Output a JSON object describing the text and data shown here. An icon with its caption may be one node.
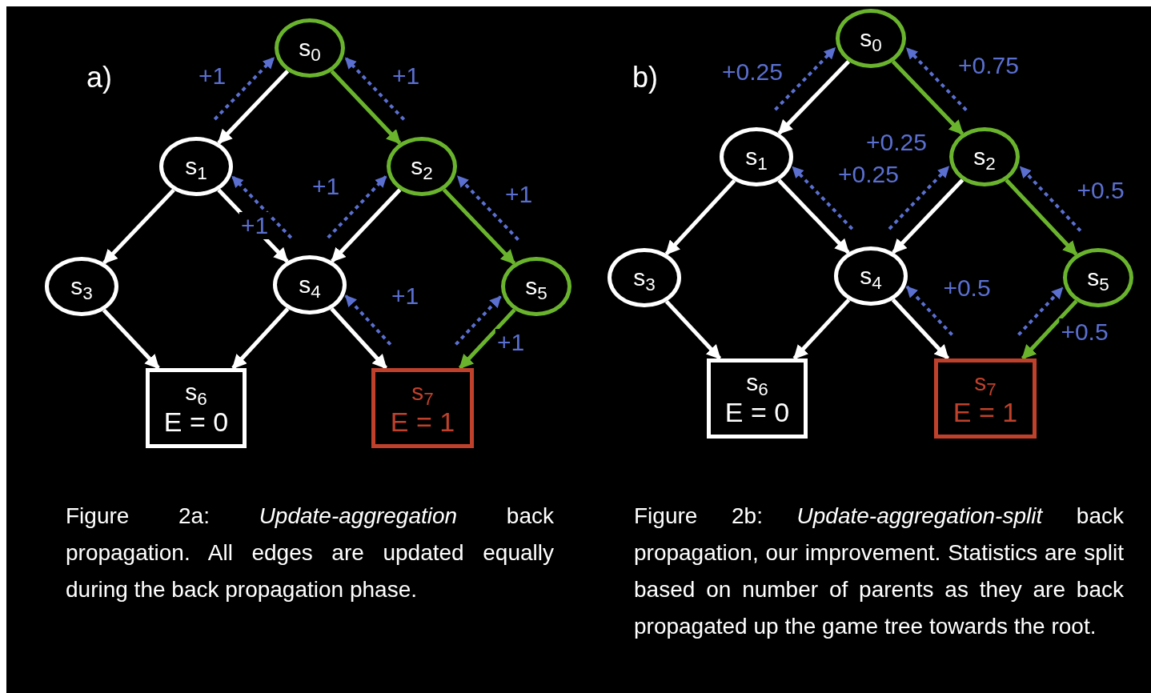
{
  "diagram": {
    "nodes": [
      {
        "text": [
          "s$_{0}$"
        ]
      },
      {
        "text": [
          "s$_{1}$"
        ]
      },
      {
        "text": [
          "s$_{2}$"
        ]
      },
      {
        "text": [
          "s$_{3}$"
        ]
      },
      {
        "text": [
          "s$_{4}$"
        ]
      },
      {
        "text": [
          "s$_{5}$"
        ]
      },
      {
        "text": [
          "s$_{6}$",
          "E = 0"
        ]
      },
      {
        "text": [
          "s$_{7}$",
          "E = 1"
        ]
      },
      {
        "text": [
          "s$_{0}$"
        ]
      },
      {
        "text": [
          "s$_{1}$"
        ]
      },
      {
        "text": [
          "s$_{2}$"
        ]
      },
      {
        "text": [
          "s$_{3}$"
        ]
      },
      {
        "text": [
          "s$_{4}$"
        ]
      },
      {
        "text": [
          "s$_{5}$"
        ]
      },
      {
        "text": [
          "s$_{6}$",
          "E = 0"
        ]
      },
      {
        "text": [
          "s$_{7}$",
          "E = 1"
        ]
      }
    ],
    "edges": [
      {
        "from": 0,
        "to": 1,
        "arrow": "to"
      },
      {
        "from": 0,
        "to": 2,
        "arrow": "to",
        "color": "#6ab42d"
      },
      {
        "from": 1,
        "to": 3,
        "arrow": "to"
      },
      {
        "from": 1,
        "to": 4,
        "arrow": "to"
      },
      {
        "from": 2,
        "to": 4,
        "arrow": "to"
      },
      {
        "from": 2,
        "to": 5,
        "arrow": "to",
        "color": "#6ab42d"
      },
      {
        "from": 3,
        "to": 6,
        "arrow": "to"
      },
      {
        "from": 4,
        "to": 6,
        "arrow": "to"
      },
      {
        "from": 4,
        "to": 7,
        "arrow": "to"
      },
      {
        "from": 5,
        "to": 7,
        "arrow": "to",
        "color": "#6ab42d"
      },
      {
        "from": 1,
        "to": 0,
        "arrow": "to",
        "label": "+1",
        "style": "dashed",
        "color": "#5a6fd0"
      },
      {
        "from": 2,
        "to": 0,
        "arrow": "to",
        "label": "+1",
        "style": "dashed",
        "color": "#5a6fd0"
      },
      {
        "from": 4,
        "to": 1,
        "arrow": "to",
        "label": "+1",
        "style": "dashed",
        "color": "#5a6fd0"
      },
      {
        "from": 4,
        "to": 2,
        "arrow": "to",
        "label": "+1",
        "style": "dashed",
        "color": "#5a6fd0"
      },
      {
        "from": 5,
        "to": 2,
        "arrow": "to",
        "label": "+1",
        "style": "dashed",
        "color": "#5a6fd0"
      },
      {
        "from": 7,
        "to": 4,
        "arrow": "to",
        "label": "+1",
        "style": "dashed",
        "color": "#5a6fd0"
      },
      {
        "from": 7,
        "to": 5,
        "arrow": "to",
        "label": "+1",
        "style": "dashed",
        "color": "#5a6fd0"
      },
      {
        "from": 8,
        "to": 9,
        "arrow": "to"
      },
      {
        "from": 8,
        "to": 10,
        "arrow": "to",
        "color": "#6ab42d"
      },
      {
        "from": 9,
        "to": 11,
        "arrow": "to"
      },
      {
        "from": 9,
        "to": 12,
        "arrow": "to"
      },
      {
        "from": 10,
        "to": 12,
        "arrow": "to"
      },
      {
        "from": 10,
        "to": 13,
        "arrow": "to",
        "color": "#6ab42d"
      },
      {
        "from": 11,
        "to": 14,
        "arrow": "to"
      },
      {
        "from": 12,
        "to": 14,
        "arrow": "to"
      },
      {
        "from": 12,
        "to": 15,
        "arrow": "to"
      },
      {
        "from": 13,
        "to": 15,
        "arrow": "to",
        "color": "#6ab42d"
      },
      {
        "from": 9,
        "to": 8,
        "arrow": "to",
        "label": "+0.25",
        "style": "dashed",
        "color": "#5a6fd0"
      },
      {
        "from": 10,
        "to": 8,
        "arrow": "to",
        "label": "+0.75",
        "style": "dashed",
        "color": "#5a6fd0"
      },
      {
        "from": 12,
        "to": 9,
        "arrow": "to",
        "label": "+0.25",
        "style": "dashed",
        "color": "#5a6fd0"
      },
      {
        "from": 12,
        "to": 10,
        "arrow": "to",
        "label": "+0.25",
        "style": "dashed",
        "color": "#5a6fd0"
      },
      {
        "from": 13,
        "to": 10,
        "arrow": "to",
        "label": "+0.5",
        "style": "dashed",
        "color": "#5a6fd0"
      },
      {
        "from": 15,
        "to": 12,
        "arrow": "to",
        "label": "+0.5",
        "style": "dashed",
        "color": "#5a6fd0"
      },
      {
        "from": 15,
        "to": 13,
        "arrow": "to",
        "label": "+0.5",
        "style": "dashed",
        "color": "#5a6fd0"
      }
    ],
    "labels": [
      "a)",
      "b)",
      "Figure 2a: *Update-aggregation* back propagation. All edges are updated equally during the back propagation phase.",
      "Figure 2b: *Update-aggregation-split* back propagation, our improvement. Statistics are split based on number of parents as they are back propagated up the game tree towards the root."
    ]
  }
}
